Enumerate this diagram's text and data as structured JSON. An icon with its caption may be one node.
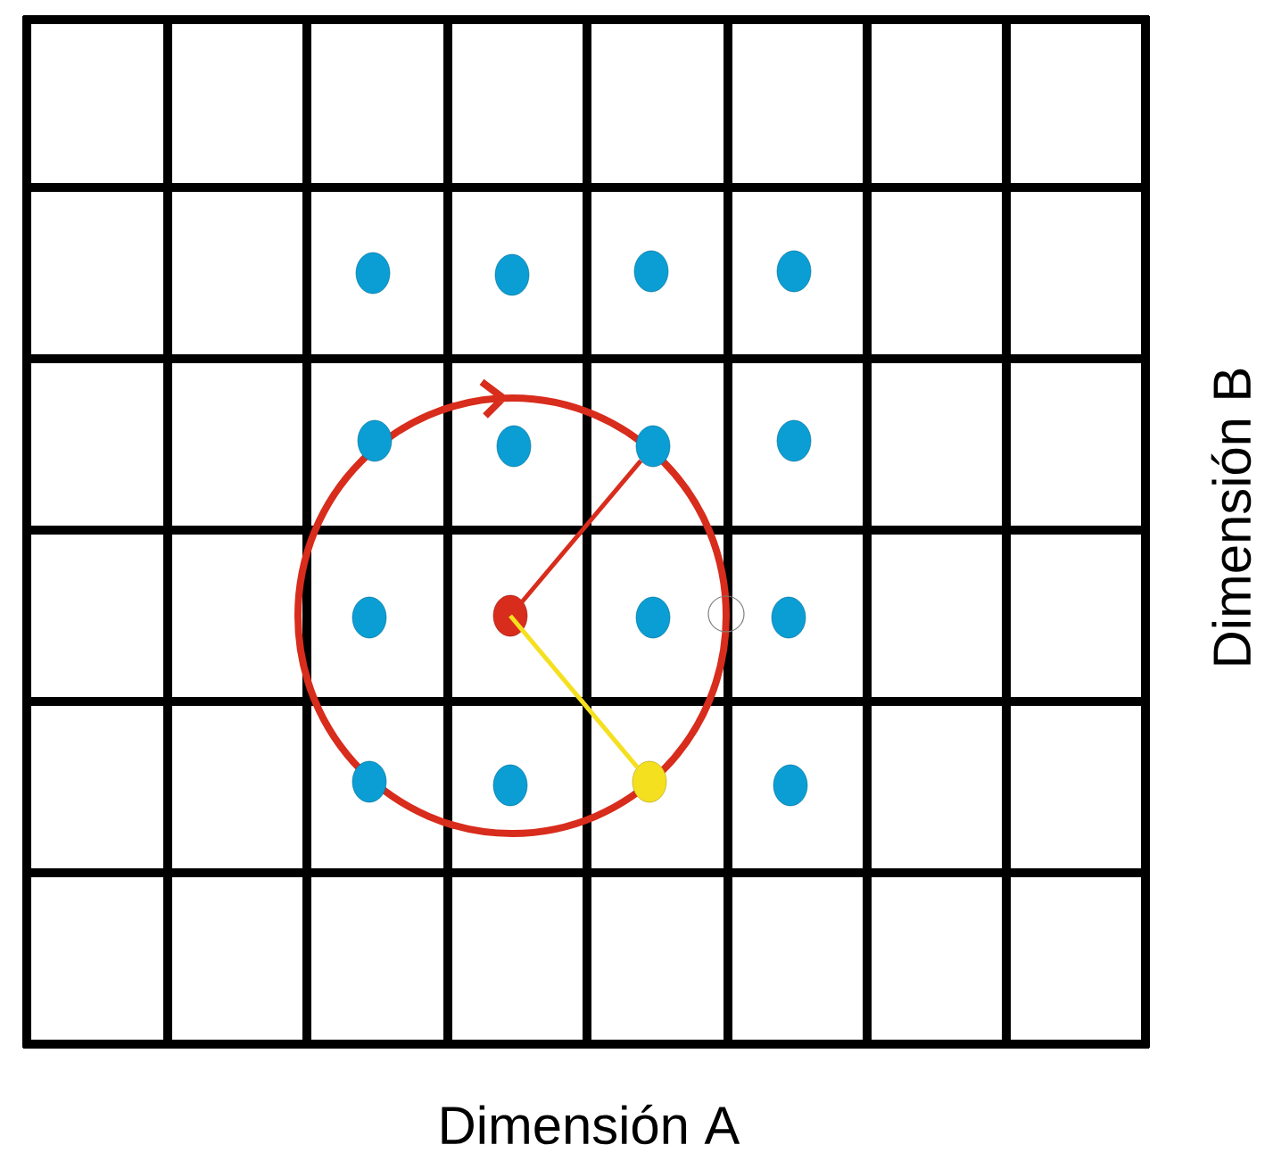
{
  "diagram": {
    "nodes": [
      {
        "text": [],
        "shape": "circle"
      },
      {
        "text": [],
        "shape": "circle"
      },
      {
        "text": [],
        "shape": "circle"
      },
      {
        "text": [],
        "shape": "circle"
      },
      {
        "text": [],
        "shape": "circle"
      },
      {
        "text": [],
        "shape": "circle"
      },
      {
        "text": [],
        "shape": "circle"
      },
      {
        "text": [],
        "shape": "circle"
      },
      {
        "text": [],
        "shape": "circle"
      },
      {
        "text": [],
        "shape": "circle"
      },
      {
        "text": [],
        "shape": "circle"
      },
      {
        "text": [],
        "shape": "circle"
      },
      {
        "text": [],
        "shape": "circle"
      },
      {
        "text": [],
        "shape": "circle"
      },
      {
        "text": [],
        "shape": "circle"
      },
      {
        "text": [],
        "shape": "circle"
      },
      {
        "text": [],
        "shape": "circle"
      }
    ],
    "edges": [
      {
        "from": 9,
        "to": 6,
        "arrow": "none",
        "color": "#d82c1c"
      },
      {
        "from": 9,
        "to": 15,
        "arrow": "none",
        "color": "#f5e020"
      }
    ],
    "labels": [
      "Dimensión A",
      "Dimensión B"
    ]
  }
}
